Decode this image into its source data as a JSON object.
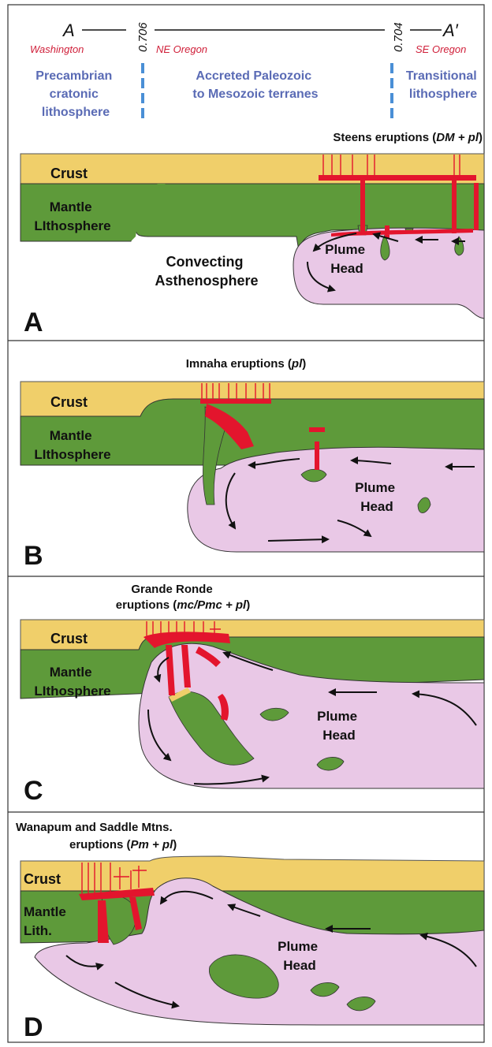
{
  "header": {
    "A": "A",
    "A_prime": "A′",
    "sr_left": "0.706",
    "sr_right": "0.704",
    "loc_washington": "Washington",
    "loc_ne_oregon": "NE Oregon",
    "loc_se_oregon": "SE Oregon",
    "zone_left": [
      "Precambrian",
      "cratonic",
      "lithosphere"
    ],
    "zone_mid": [
      "Accreted Paleozoic",
      "to Mesozoic terranes"
    ],
    "zone_right": [
      "Transitional",
      "lithosphere"
    ]
  },
  "panels": [
    {
      "letter": "A",
      "eruption_pre": "Steens eruptions (",
      "eruption_code": "DM + pl",
      "eruption_post": ")",
      "crust": "Crust",
      "mantle": [
        "Mantle",
        "LIthosphere"
      ],
      "asthenosphere": [
        "Convecting",
        "Asthenosphere"
      ],
      "plume": [
        "Plume",
        "Head"
      ]
    },
    {
      "letter": "B",
      "eruption_pre": "Imnaha eruptions (",
      "eruption_code": "pl",
      "eruption_post": ")",
      "crust": "Crust",
      "mantle": [
        "Mantle",
        "LIthosphere"
      ],
      "plume": [
        "Plume",
        "Head"
      ]
    },
    {
      "letter": "C",
      "eruption_line1": "Grande Ronde",
      "eruption_pre": "eruptions (",
      "eruption_code": "mc/Pmc + pl",
      "eruption_post": ")",
      "crust": "Crust",
      "mantle": [
        "Mantle",
        "LIthosphere"
      ],
      "plume": [
        "Plume",
        "Head"
      ]
    },
    {
      "letter": "D",
      "eruption_line1": "Wanapum and Saddle Mtns.",
      "eruption_pre": "eruptions (",
      "eruption_code": "Pm + pl",
      "eruption_post": ")",
      "crust": "Crust",
      "mantle": [
        "Mantle",
        "Lith."
      ],
      "plume": [
        "Plume",
        "Head"
      ]
    }
  ],
  "colors": {
    "crust": "#f0cf6a",
    "mantle": "#5e9a3a",
    "plume": "#e9c8e6",
    "melt": "#e3152d",
    "location_text": "#d0203a",
    "zone_text": "#5a6bb5",
    "zone_bar": "#4a8fd6"
  }
}
